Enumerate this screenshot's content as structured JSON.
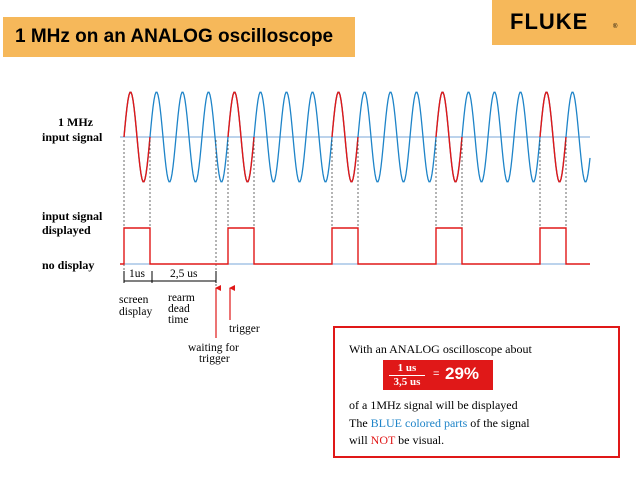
{
  "title": "1 MHz on an ANALOG oscilloscope",
  "logo": {
    "text": "FLUKE",
    "mark": "®"
  },
  "labels": {
    "mhz_line1": "1 MHz",
    "mhz_line2": "input signal",
    "displayed_line1": "input signal",
    "displayed_line2": "displayed",
    "no_display": "no display",
    "dim_1us": "1us",
    "dim_25us": "2,5 us",
    "screen_line1": "screen",
    "screen_line2": "display",
    "rearm_line1": "rearm",
    "rearm_line2": "dead",
    "rearm_line3": "time",
    "trigger": "trigger",
    "waiting_line1": "waiting for",
    "waiting_line2": "trigger"
  },
  "info": {
    "line1": "With an ANALOG oscilloscope about",
    "frac_num": "1 us",
    "frac_den": "3,5 us",
    "equals": "=",
    "percent": "29%",
    "line2": "of a 1MHz signal will be displayed",
    "line3_a": "The ",
    "line3_blue": "BLUE colored parts",
    "line3_b": " of the signal",
    "line4_a": "will ",
    "line4_red": "NOT",
    "line4_b": " be visual."
  },
  "colors": {
    "accent": "#F6B85A",
    "signal_visible": "#E01818",
    "signal_hidden": "#1E84C8",
    "axis": "#7AA7D8"
  }
}
